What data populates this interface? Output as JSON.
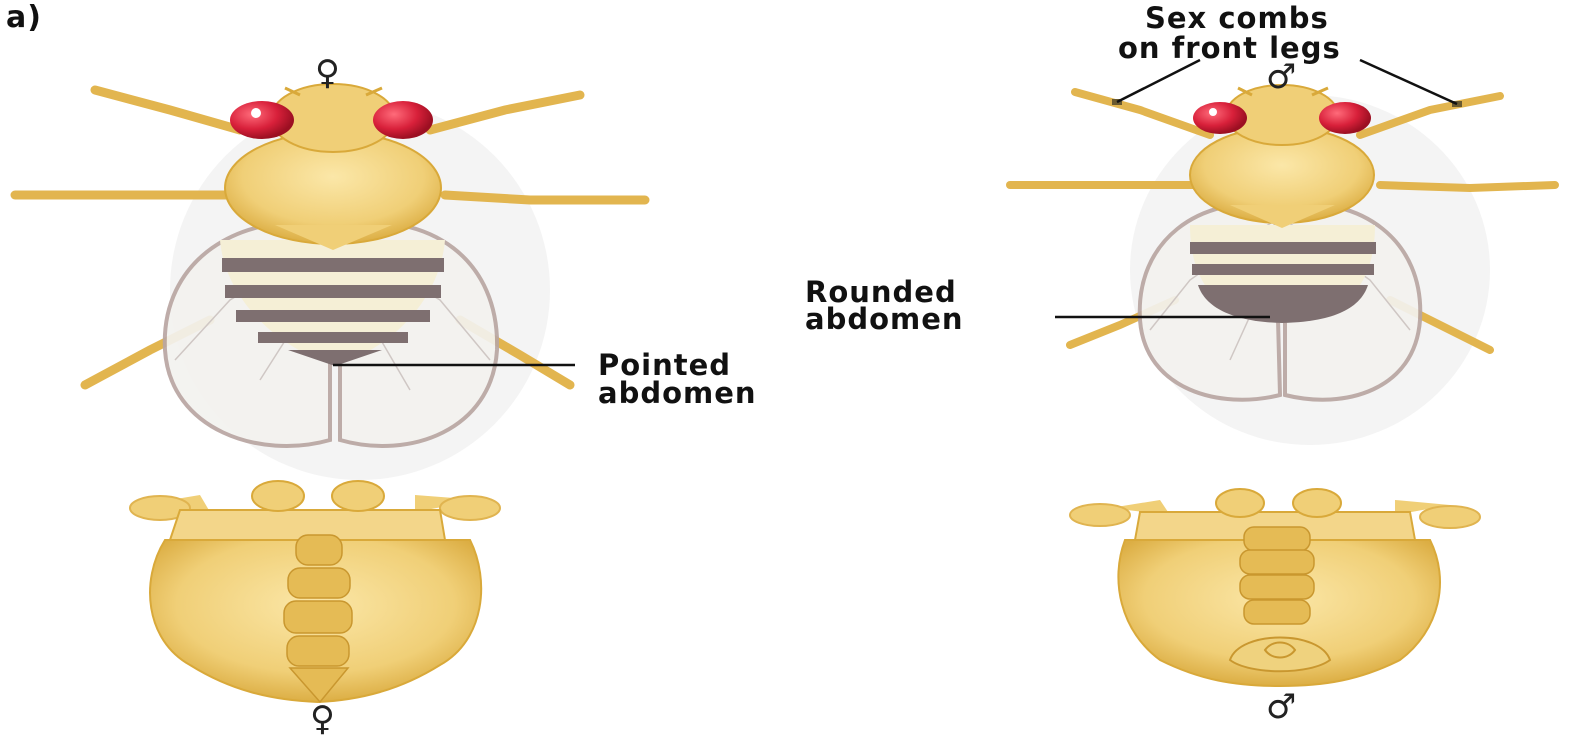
{
  "panel_label": "a)",
  "female_symbol": "♀",
  "male_symbol": "♂",
  "labels": {
    "sex_combs_line1": "Sex combs",
    "sex_combs_line2": "on front legs",
    "rounded_line1": "Rounded",
    "rounded_line2": "abdomen",
    "pointed_line1": "Pointed",
    "pointed_line2": "abdomen"
  },
  "colors": {
    "body": "#f0cf77",
    "body_dark": "#d9a93a",
    "eye": "#d8203a",
    "stripe": "#7e6f70",
    "wing": "#f3f2ef",
    "wing_edge": "#b9a6a2"
  }
}
